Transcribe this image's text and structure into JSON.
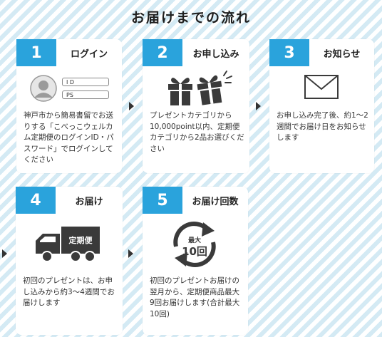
{
  "title": "お届けまでの流れ",
  "steps": [
    {
      "num": "1",
      "heading": "ログイン",
      "text": "神戸市から簡易書留でお送りする「こべっこウェルカム定期便のログインID・パスワード」でログインしてください",
      "fields": [
        "I D",
        "PS"
      ]
    },
    {
      "num": "2",
      "heading": "お申し込み",
      "text": "プレゼントカテゴリから10,000point以内、定期便カテゴリから2品お選びください"
    },
    {
      "num": "3",
      "heading": "お知らせ",
      "text": "お申し込み完了後、約1〜2週間でお届け日をお知らせします"
    },
    {
      "num": "4",
      "heading": "お届け",
      "text": "初回のプレゼントは、お申し込みから約3〜4週間でお届けします",
      "truck_label": "定期便"
    },
    {
      "num": "5",
      "heading": "お届け回数",
      "text": "初回のプレゼントお届けの翌月から、定期便商品最大9回お届けします(合計最大10回)",
      "cycle_top": "最大",
      "cycle_num": "10回"
    }
  ],
  "colors": {
    "accent": "#2aa3dc",
    "icon": "#3a3a3a"
  }
}
